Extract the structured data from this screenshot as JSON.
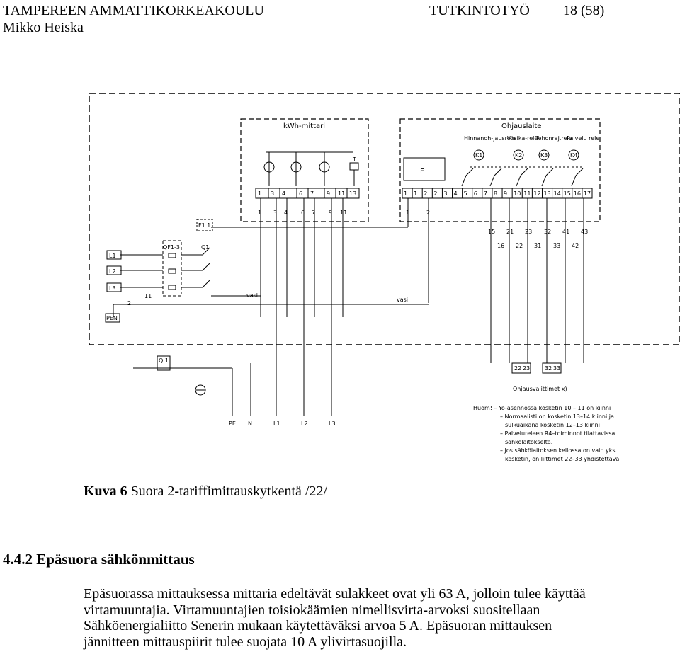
{
  "header": {
    "organization": "TAMPEREEN AMMATTIKORKEAKOULU",
    "doc_type": "TUTKINTOTYÖ",
    "page": "18 (58)",
    "author": "Mikko Heiska"
  },
  "diagram": {
    "meter_title": "kWh-mittari",
    "control_title": "Ohjauslaite",
    "relays": [
      {
        "name": "Hinnanoh-jausrele",
        "code": "K1"
      },
      {
        "name": "Yöaika-rele",
        "code": "K2"
      },
      {
        "name": "Tehonraj.rele",
        "code": "K3"
      },
      {
        "name": "Palvelu rele",
        "code": "K4"
      }
    ],
    "e_label": "E",
    "t_label": "T",
    "meter_terminals": [
      "1",
      "3",
      "4",
      "6",
      "7",
      "9",
      "11",
      "13"
    ],
    "meter_lower_numbers": [
      "1",
      "3",
      "4",
      "6",
      "7",
      "9",
      "11"
    ],
    "control_terminals": [
      "1",
      "1",
      "2",
      "2",
      "3",
      "4",
      "5",
      "6",
      "7",
      "8",
      "9",
      "10",
      "11",
      "12",
      "13",
      "14",
      "15",
      "16",
      "17"
    ],
    "control_lower_numbers": [
      "1",
      "2"
    ],
    "output_numbers_top": [
      "15",
      "21",
      "23",
      "32",
      "41",
      "43"
    ],
    "output_numbers_bottom": [
      "16",
      "22",
      "31",
      "33",
      "42"
    ],
    "fuse_label": "F1.1",
    "fuse_block_label": "QF1-3",
    "switch_label": "Q1",
    "phase_labels": [
      "L1",
      "L2",
      "L3"
    ],
    "pen_label": "PEN",
    "wire_numbers": [
      "2",
      "11"
    ],
    "wire_color_1": "vasi",
    "wire_color_2": "vasi",
    "ground_label": "Q.1",
    "bottom_terminals": [
      "PE",
      "N",
      "L1",
      "L2",
      "L3"
    ],
    "output_terminals": [
      "22",
      "23",
      "32",
      "33"
    ],
    "output_caption": "Ohjausvalittimet x)",
    "notes": [
      "Huom! – Yö-asennossa kosketin 10 – 11 on kiinni",
      "– Normaalisti on kosketin 13–14 kiinni ja",
      "sulkuaikana kosketin 12–13 kiinni",
      "– Palvelureleen R4–toiminnot tilattavissa",
      "sähkölaitokselta.",
      "– Jos sähkölaitoksen kellossa on vain yksi",
      "kosketin, on liittimet 22–33 yhdistettävä."
    ]
  },
  "caption": {
    "label": "Kuva 6",
    "text": " Suora 2-tariffimittauskytkentä /22/"
  },
  "section": {
    "title": "4.4.2 Epäsuora sähkönmittaus"
  },
  "paragraph": {
    "lines": [
      "Epäsuorassa mittauksessa mittaria edeltävät sulakkeet ovat yli 63 A, jolloin tulee käyttää",
      "virtamuuntajia. Virtamuuntajien toisiokäämien nimellisvirta-arvoksi suositellaan",
      "Sähköenergialiitto Senerin mukaan käytettäväksi arvoa 5 A. Epäsuoran mittauksen",
      "jännitteen mittauspiirit tulee suojata 10 A ylivirtasuojilla."
    ]
  }
}
